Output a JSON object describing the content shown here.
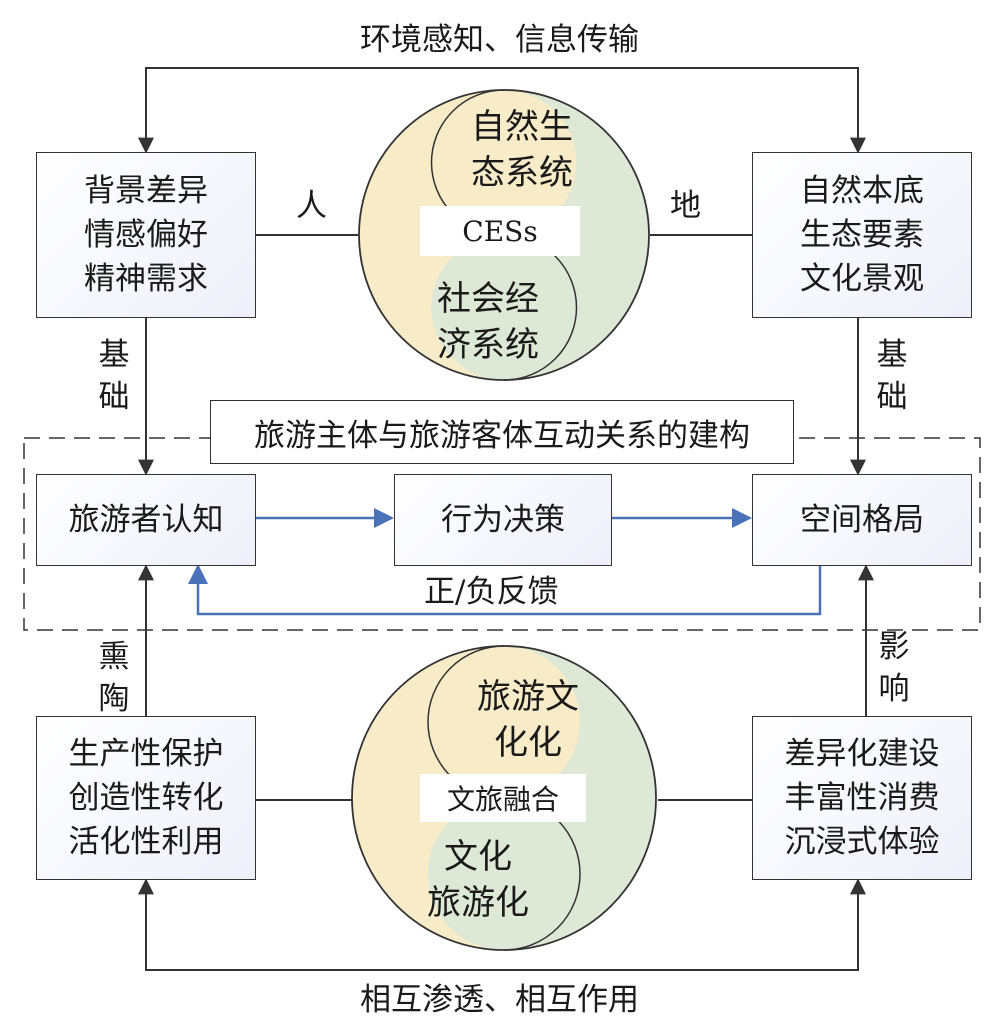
{
  "top_label": "环境感知、信息传输",
  "bottom_label": "相互渗透、相互作用",
  "box_left_top": [
    "背景差异",
    "情感偏好",
    "精神需求"
  ],
  "box_right_top": [
    "自然本底",
    "生态要素",
    "文化景观"
  ],
  "box_left_bottom": [
    "生产性保护",
    "创造性转化",
    "活化性利用"
  ],
  "box_right_bottom": [
    "差异化建设",
    "丰富性消费",
    "沉浸式体验"
  ],
  "yinyang_top": {
    "green_text": [
      "自然生",
      "态系统"
    ],
    "center": "CESs",
    "yellow_text": [
      "社会经",
      "济系统"
    ]
  },
  "yinyang_bottom": {
    "green_text": [
      "旅游文",
      "化化"
    ],
    "center": "文旅融合",
    "yellow_text": [
      "文化",
      "旅游化"
    ]
  },
  "label_ren": "人",
  "label_di": "地",
  "left_basis": [
    "基",
    "础"
  ],
  "right_basis": [
    "基",
    "础"
  ],
  "left_influence": [
    "熏",
    "陶"
  ],
  "right_influence": [
    "影",
    "响"
  ],
  "interaction_title": "旅游主体与旅游客体互动关系的建构",
  "flow": {
    "cognition": "旅游者认知",
    "decision": "行为决策",
    "pattern": "空间格局"
  },
  "feedback_label": "正/负反馈",
  "colors": {
    "green": "#dde9d6",
    "yellow": "#f7ebc8",
    "blue_arrow": "#4a72b8",
    "line": "#333333"
  }
}
